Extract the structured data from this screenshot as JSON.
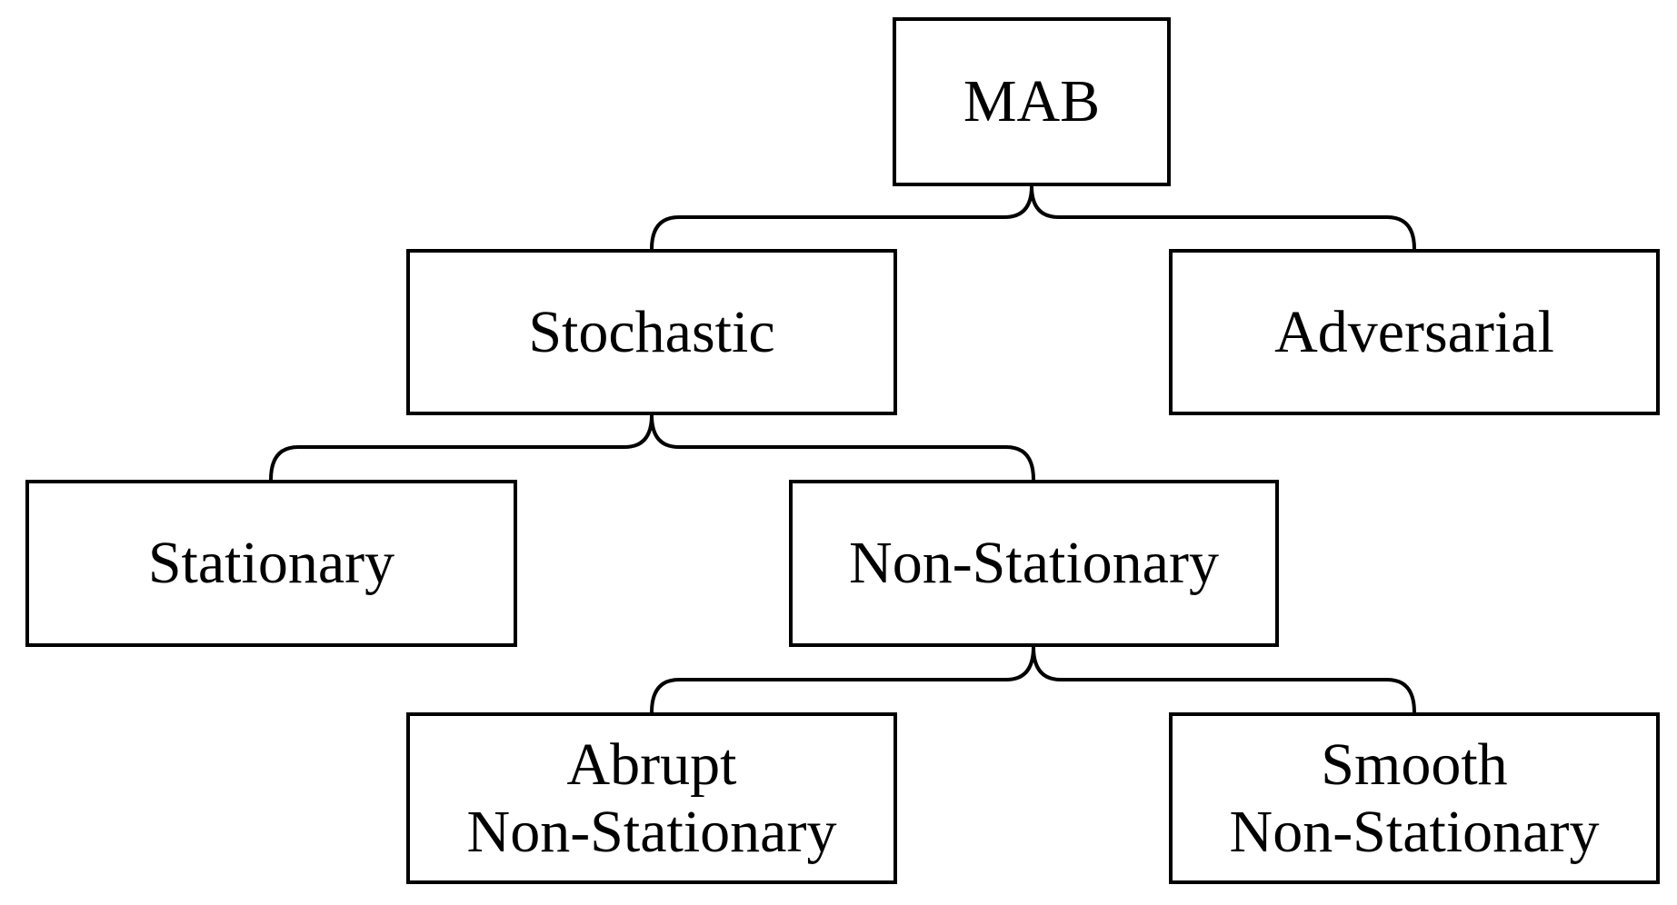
{
  "diagram": {
    "root": {
      "label": "MAB"
    },
    "stochastic": {
      "label": "Stochastic"
    },
    "adversarial": {
      "label": "Adversarial"
    },
    "stationary": {
      "label": "Stationary"
    },
    "non_stationary": {
      "label": "Non-Stationary"
    },
    "abrupt": {
      "line1": "Abrupt",
      "line2": "Non-Stationary"
    },
    "smooth": {
      "line1": "Smooth",
      "line2": "Non-Stationary"
    }
  },
  "colors": {
    "stroke": "#000000",
    "background": "#ffffff",
    "text": "#000000"
  }
}
